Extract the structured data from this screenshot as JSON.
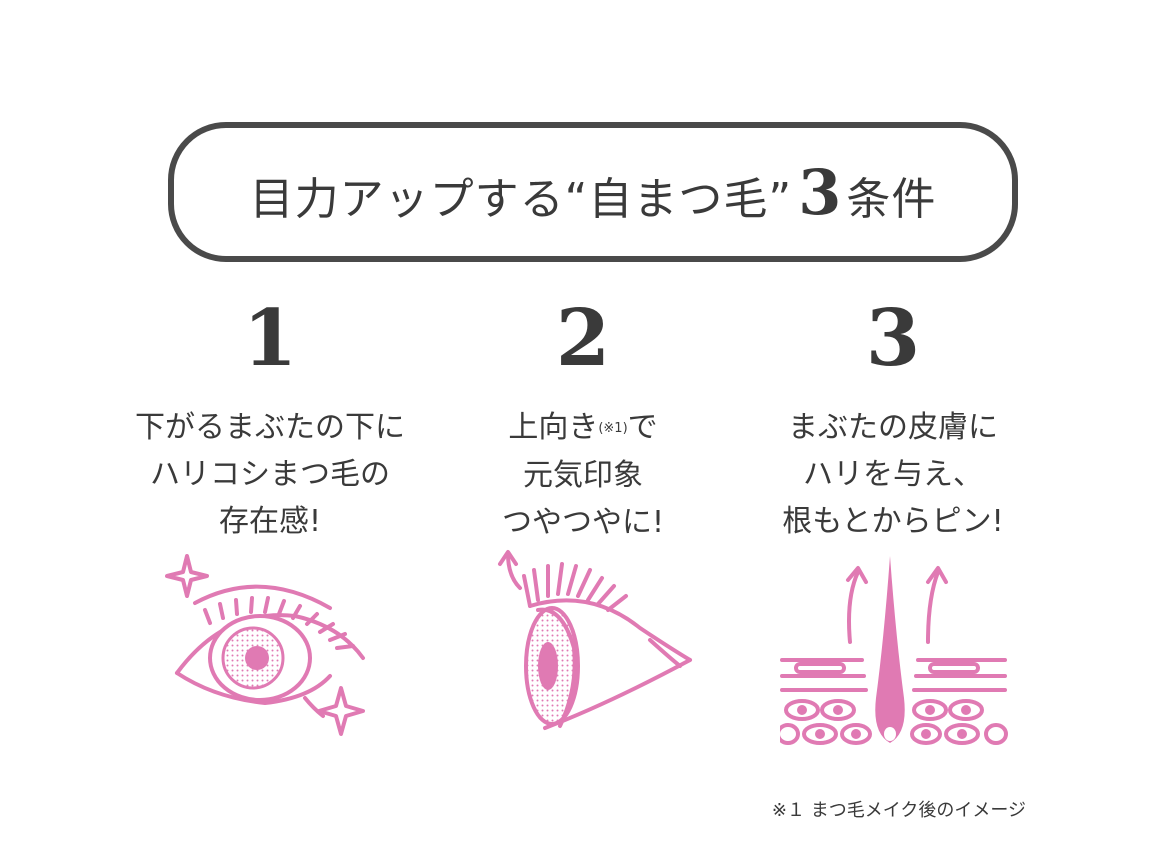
{
  "title": {
    "text": "目力アップする“自まつ毛”",
    "number": "3",
    "suffix": "条件"
  },
  "conditions": [
    {
      "number": "1",
      "lines": [
        "下がるまぶたの下に",
        "ハリコシまつ毛の",
        "存在感!"
      ]
    },
    {
      "number": "2",
      "line1_main": "上向き",
      "line1_note": "(※1)",
      "line1_end": "で",
      "lines": [
        "元気印象",
        "つやつやに!"
      ]
    },
    {
      "number": "3",
      "lines": [
        "まぶたの皮膚に",
        "ハリを与え、",
        "根もとからピン!"
      ]
    }
  ],
  "footnote": "※１ まつ毛メイク後のイメージ",
  "colors": {
    "accent_pink": "#e07ab3",
    "text": "#3a3a3a",
    "border": "#4a4a4a"
  },
  "icons": [
    "sparkle-eye-icon",
    "upturned-lash-eye-icon",
    "skin-hair-root-icon"
  ]
}
